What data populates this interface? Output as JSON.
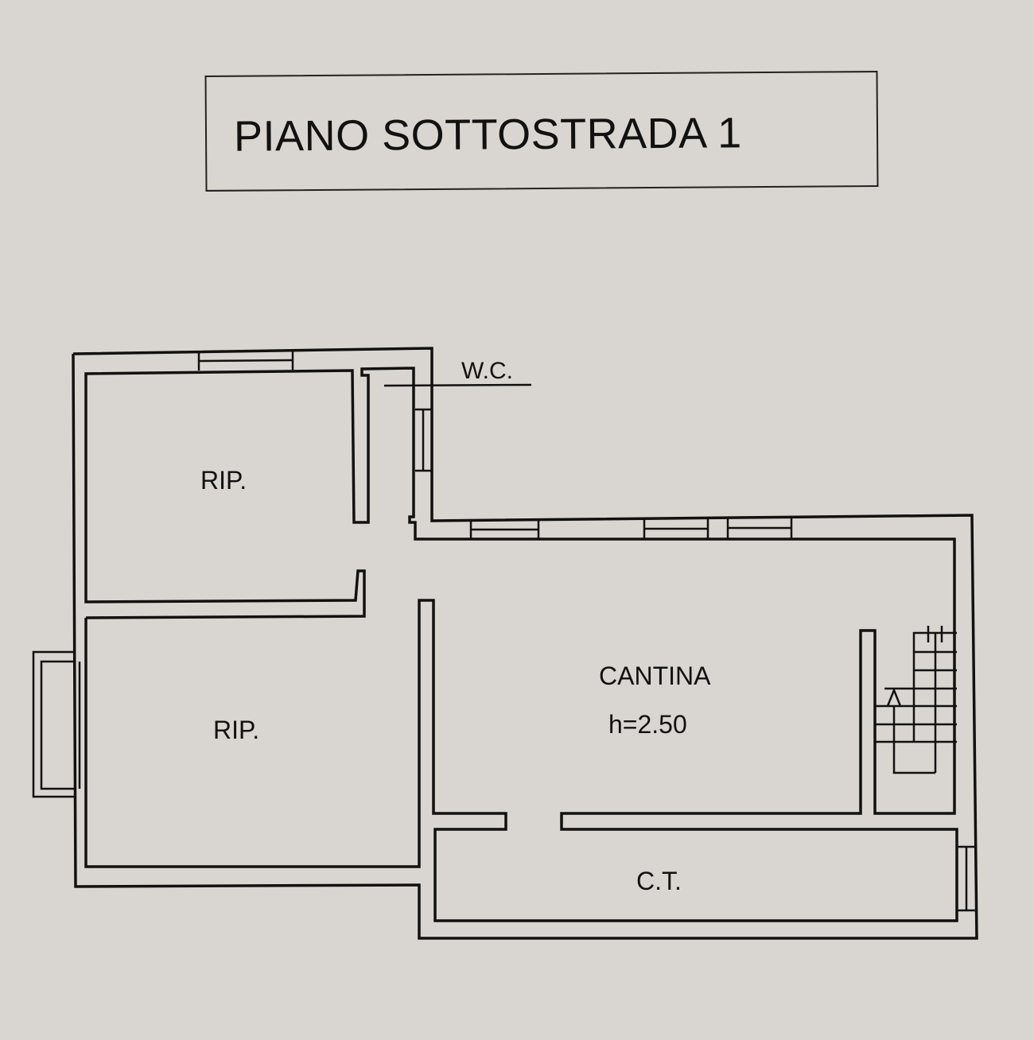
{
  "title": "PIANO SOTTOSTRADA 1",
  "rooms": {
    "wc": "W.C.",
    "rip_top": "RIP.",
    "rip_bottom": "RIP.",
    "cantina": "CANTINA",
    "cantina_height": "h=2.50",
    "ct": "C.T."
  }
}
